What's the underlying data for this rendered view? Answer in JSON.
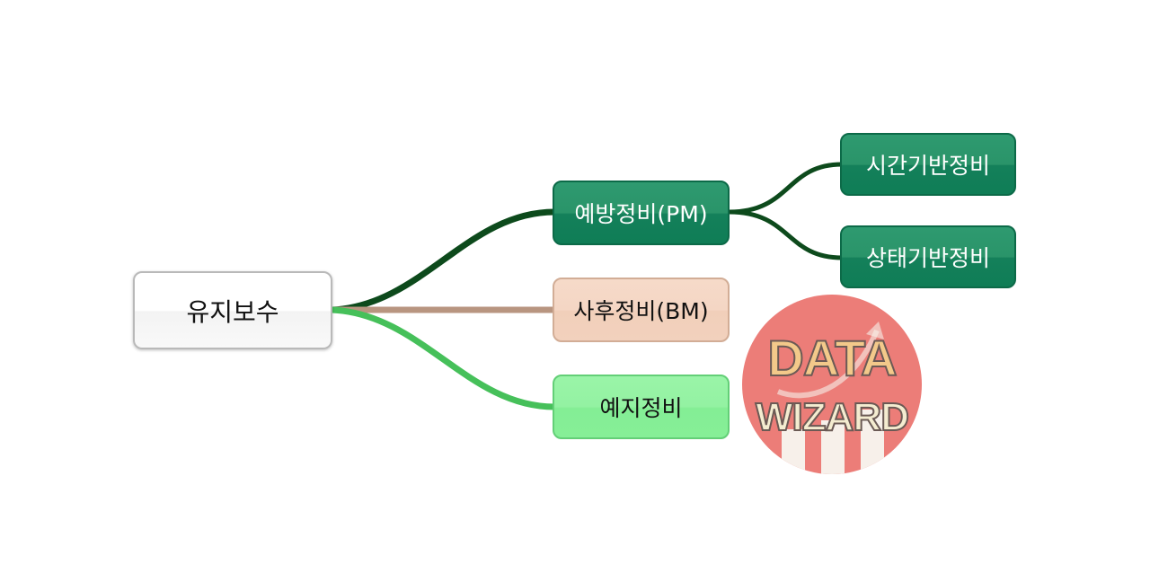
{
  "mindmap": {
    "root": {
      "label": "유지보수"
    },
    "branches": [
      {
        "label": "예방정비(PM)",
        "color": "#0d4a1c",
        "children": [
          {
            "label": "시간기반정비"
          },
          {
            "label": "상태기반정비"
          }
        ]
      },
      {
        "label": "사후정비(BM)",
        "color": "#b89580"
      },
      {
        "label": "예지정비",
        "color": "#46c05a"
      }
    ]
  },
  "logo": {
    "line1": "DATA",
    "line2": "WIZARD",
    "background_color": "#ec7d78"
  }
}
